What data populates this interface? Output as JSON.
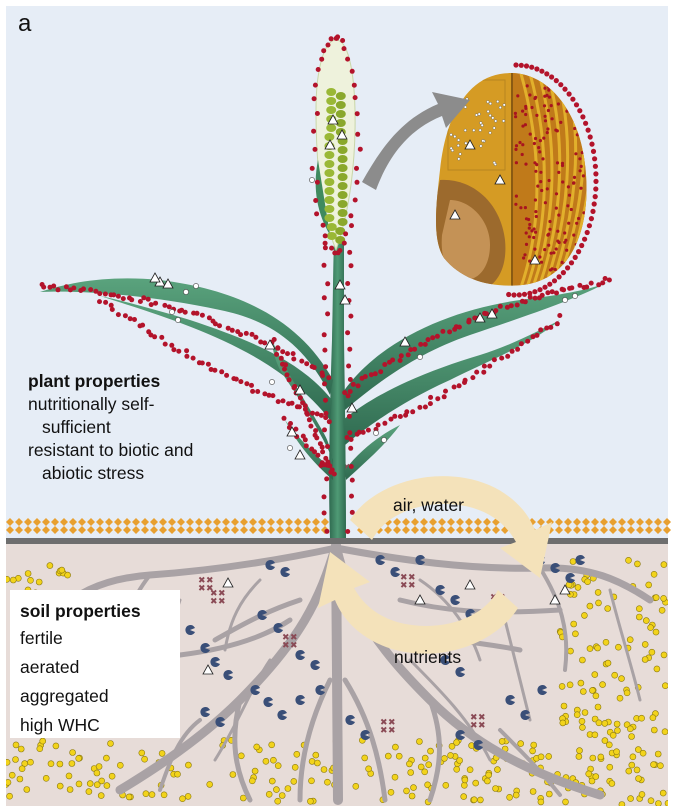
{
  "panel_label": "a",
  "plant_properties": {
    "title": "plant properties",
    "line1": "nutritionally self-",
    "line2": "sufficient",
    "line3": "resistant to biotic and",
    "line4": "abiotic stress"
  },
  "soil_properties": {
    "title": "soil properties",
    "items": [
      "fertile",
      "aerated",
      "aggregated",
      "high WHC"
    ]
  },
  "cycle": {
    "top_label": "air, water",
    "bottom_label": "nutrients"
  },
  "colors": {
    "sky": "#e6edf6",
    "soil": "#e7dcd8",
    "root": "#a9a2a5",
    "leaf": "#3f8768",
    "leaf_dark": "#2f6a50",
    "microbe_dot": "#b3132b",
    "grain": "#d59b24",
    "sand_dot": "#f2d31b",
    "cycle_arrow": "#f4e2ba",
    "surface_band": "#6e6e6e",
    "mulch": "#e8a030",
    "microbe_blue": "#3a4f78"
  },
  "icons": [
    "triangle-nutrient-icon",
    "pacman-microbe-icon",
    "cross-cluster-icon",
    "small-circle-cluster-icon"
  ]
}
